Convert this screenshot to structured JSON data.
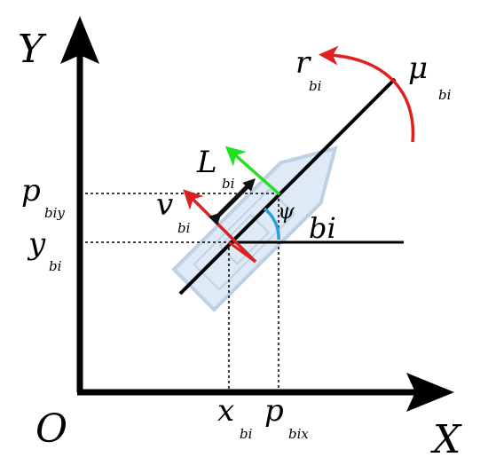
{
  "axes": {
    "y_axis_label": "Y",
    "x_axis_label": "X",
    "origin_label": "O"
  },
  "labels": {
    "r": {
      "main": "r",
      "sub": "bi"
    },
    "mu": {
      "main": "μ",
      "sub": "bi"
    },
    "L": {
      "main": "L",
      "sub": "bi"
    },
    "v": {
      "main": "v",
      "sub": "bi"
    },
    "psi": {
      "main": "ψ",
      "sub": "bi"
    },
    "p_y": {
      "main": "p",
      "sub": "biy"
    },
    "y": {
      "main": "y",
      "sub": "bi"
    },
    "x": {
      "main": "x",
      "sub": "bi"
    },
    "p_x": {
      "main": "p",
      "sub": "bix"
    }
  },
  "colors": {
    "axis": "#000000",
    "surge_vector": "#e02020",
    "sway_vector": "#e02020",
    "length_vector": "#20e020",
    "heading_arc": "#2a9fd8",
    "vessel_fill": "#dbe8f4",
    "vessel_stroke": "#b8cbe0"
  }
}
